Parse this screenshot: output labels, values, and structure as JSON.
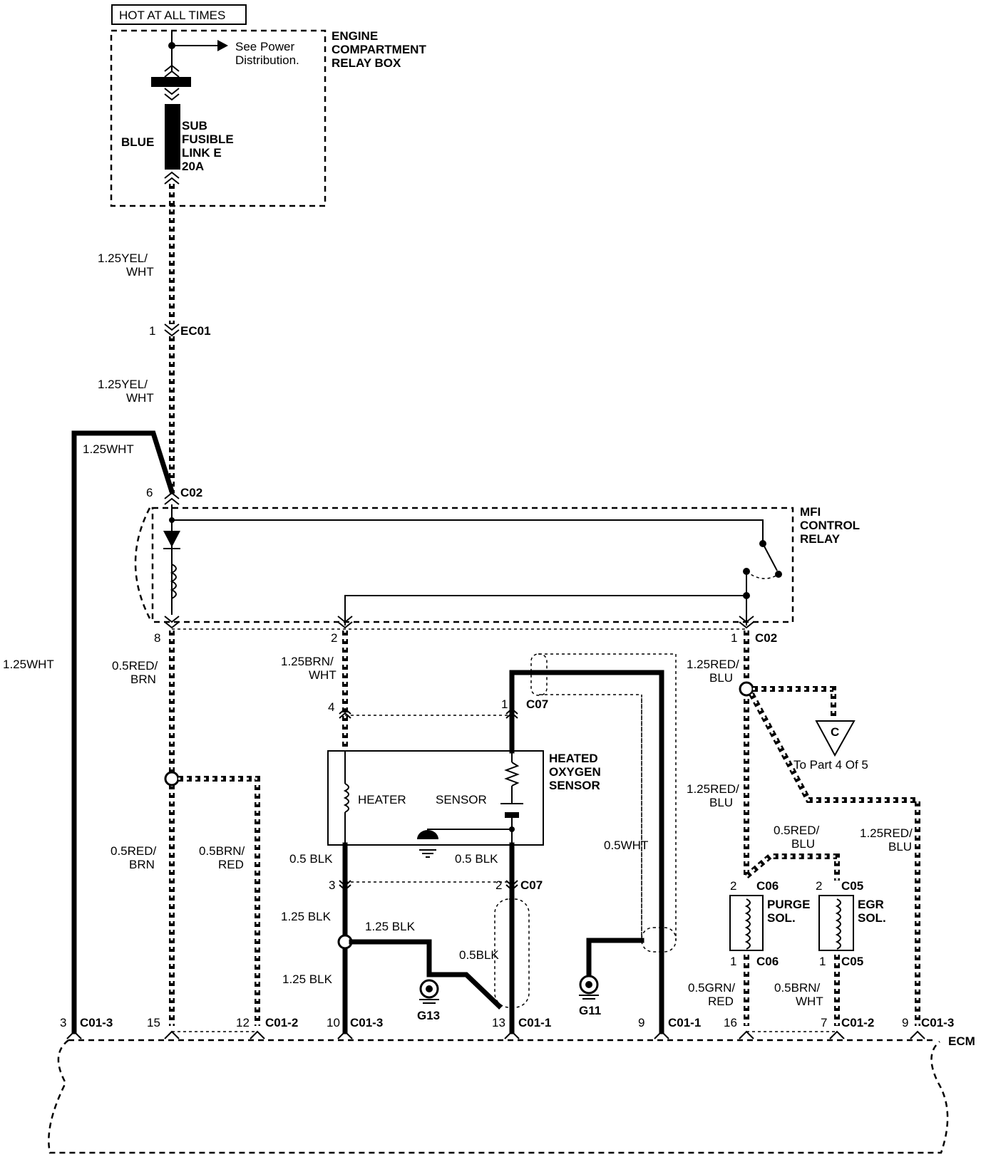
{
  "header": {
    "hot_label": "HOT AT ALL TIMES"
  },
  "relay_box": {
    "title_lines": [
      "ENGINE",
      "COMPARTMENT",
      "RELAY BOX"
    ],
    "power_note": [
      "See Power",
      "Distribution."
    ],
    "fuse_color": "BLUE",
    "fuse_label": [
      "SUB",
      "FUSIBLE",
      "LINK E",
      "20A"
    ]
  },
  "wires": {
    "yelwht_a": [
      "1.25YEL/",
      "WHT"
    ],
    "yelwht_b": [
      "1.25YEL/",
      "WHT"
    ],
    "wht_top": "1.25WHT",
    "wht_left": "1.25WHT",
    "redbrn_a": [
      "0.5RED/",
      "BRN"
    ],
    "redbrn_b": [
      "0.5RED/",
      "BRN"
    ],
    "brnred": [
      "0.5BRN/",
      "RED"
    ],
    "brnwht_a": [
      "1.25BRN/",
      "WHT"
    ],
    "blk_heater": "0.5 BLK",
    "blk_sensor": "0.5 BLK",
    "blk125_a": "1.25 BLK",
    "blk125_b": "1.25 BLK",
    "blk125_c": "1.25 BLK",
    "blk05": "0.5BLK",
    "wht05": "0.5WHT",
    "redblu_a": [
      "1.25RED/",
      "BLU"
    ],
    "redblu_b": [
      "1.25RED/",
      "BLU"
    ],
    "redblu_c": [
      "0.5RED/",
      "BLU"
    ],
    "redblu_d": [
      "1.25RED/",
      "BLU"
    ],
    "grnred": [
      "0.5GRN/",
      "RED"
    ],
    "brnwht_b": [
      "0.5BRN/",
      "WHT"
    ]
  },
  "connectors": {
    "ec01_pin": "1",
    "ec01": "EC01",
    "c02_pin6": "6",
    "c02_top": "C02",
    "c02_pin8": "8",
    "c02_pin2": "2",
    "c02_pin1": "1",
    "c02_bottom": "C02",
    "c07_pin1": "1",
    "c07_a": "C07",
    "c07_pin4": "4",
    "c07_pin3": "3",
    "c07_pin2": "2",
    "c07_b": "C07",
    "c06_pin2": "2",
    "c06_a": "C06",
    "c06_pin1": "1",
    "c06_b": "C06",
    "c05_pin2": "2",
    "c05_a": "C05",
    "c05_pin1": "1",
    "c05_b": "C05"
  },
  "components": {
    "mfi_relay": [
      "MFI",
      "CONTROL",
      "RELAY"
    ],
    "o2_sensor": [
      "HEATED",
      "OXYGEN",
      "SENSOR"
    ],
    "heater": "HEATER",
    "sensor": "SENSOR",
    "purge": [
      "PURGE",
      "SOL."
    ],
    "egr": [
      "EGR",
      "SOL."
    ],
    "ref_letter": "C",
    "ref_note": "To Part 4 Of 5",
    "ecm": "ECM"
  },
  "grounds": {
    "g13": "G13",
    "g11": "G11"
  },
  "ecm_pins": [
    {
      "pin": "3",
      "conn": "C01-3"
    },
    {
      "pin": "15",
      "conn": ""
    },
    {
      "pin": "12",
      "conn": "C01-2"
    },
    {
      "pin": "10",
      "conn": "C01-3"
    },
    {
      "pin": "13",
      "conn": "C01-1"
    },
    {
      "pin": "9",
      "conn": "C01-1"
    },
    {
      "pin": "16",
      "conn": ""
    },
    {
      "pin": "7",
      "conn": "C01-2"
    },
    {
      "pin": "9",
      "conn": "C01-3"
    }
  ]
}
